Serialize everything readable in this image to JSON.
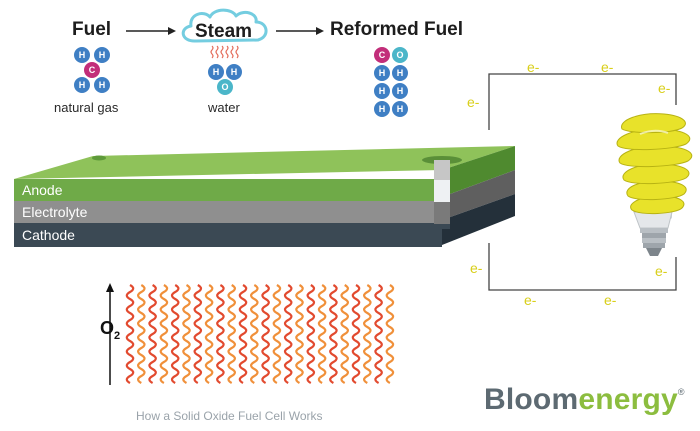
{
  "stages": {
    "fuel": {
      "label": "Fuel",
      "sub": "natural gas"
    },
    "steam": {
      "label": "Steam",
      "sub": "water"
    },
    "reformed": {
      "label": "Reformed Fuel"
    }
  },
  "layers": {
    "anode": "Anode",
    "electrolyte": "Electrolyte",
    "cathode": "Cathode"
  },
  "oxygen": {
    "symbol": "O",
    "subscript": "2"
  },
  "electron": "e-",
  "atoms": {
    "hydrogen": "H",
    "carbon": "C",
    "oxygen": "O"
  },
  "caption": "How a Solid Oxide Fuel Cell Works",
  "logo": {
    "part1": "Bloom",
    "part2": "energy"
  },
  "colors": {
    "hydrogen": "#3f7fc4",
    "carbon": "#c22e7a",
    "oxygen": "#4bb6c9",
    "anode": "#6faa48",
    "electrolyte": "#8f8f8f",
    "cathode": "#3b4954",
    "wave_red": "#e24a2f",
    "wave_orange": "#f0903a",
    "bulb": "#e8e22a",
    "electron": "#d9cf1a",
    "logo_gray": "#5d6a72",
    "logo_green": "#8cbd3f"
  }
}
